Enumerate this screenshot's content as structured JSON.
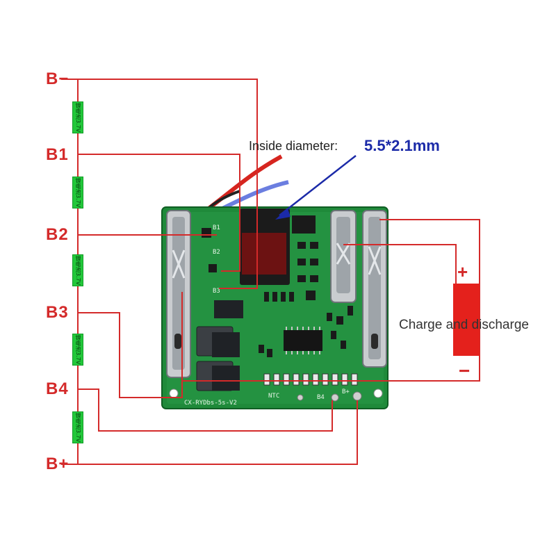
{
  "nodes": [
    {
      "label": "B−"
    },
    {
      "label": "B1"
    },
    {
      "label": "B2"
    },
    {
      "label": "B3"
    },
    {
      "label": "B4"
    },
    {
      "label": "B+"
    }
  ],
  "cell_label": "锂电池3.7V",
  "connector": {
    "label": "Inside diameter:",
    "value": "5.5*2.1mm"
  },
  "output": {
    "label": "Charge and discharge",
    "plus": "+",
    "minus": "−"
  },
  "pcb": {
    "silkscreen": "CX-RYDbs-5s-V2",
    "pads": [
      "B4",
      "B+",
      "NTC",
      "B3",
      "B2",
      "B1"
    ]
  },
  "colors": {
    "wire": "#d42a2a",
    "cell": "#22c83a",
    "pcb": "#1f8a3a",
    "arrow": "#1b2aa8"
  }
}
